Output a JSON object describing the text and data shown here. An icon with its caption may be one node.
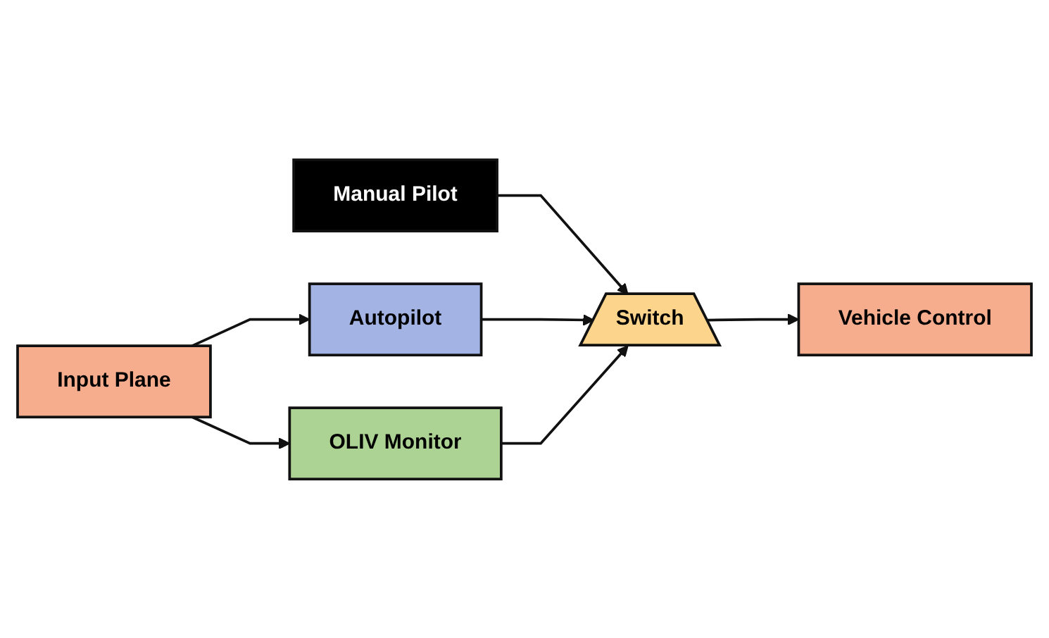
{
  "diagram": {
    "nodes": [
      {
        "text": [
          "Input Plane"
        ]
      },
      {
        "text": [
          "Manual Pilot"
        ]
      },
      {
        "text": [
          "Autopilot"
        ]
      },
      {
        "text": [
          "Switch"
        ]
      },
      {
        "text": [
          "OLIV Monitor"
        ]
      },
      {
        "text": [
          "Vehicle Control"
        ]
      }
    ],
    "edges": [
      {
        "from": 0,
        "to": 2,
        "arrow": "to"
      },
      {
        "from": 1,
        "to": 3,
        "arrow": "to"
      },
      {
        "from": 2,
        "to": 3,
        "arrow": "to"
      },
      {
        "from": 4,
        "to": 3,
        "arrow": "to"
      },
      {
        "from": 3,
        "to": 5,
        "arrow": "to"
      },
      {
        "from": 0,
        "to": 4,
        "arrow": "to"
      }
    ]
  }
}
